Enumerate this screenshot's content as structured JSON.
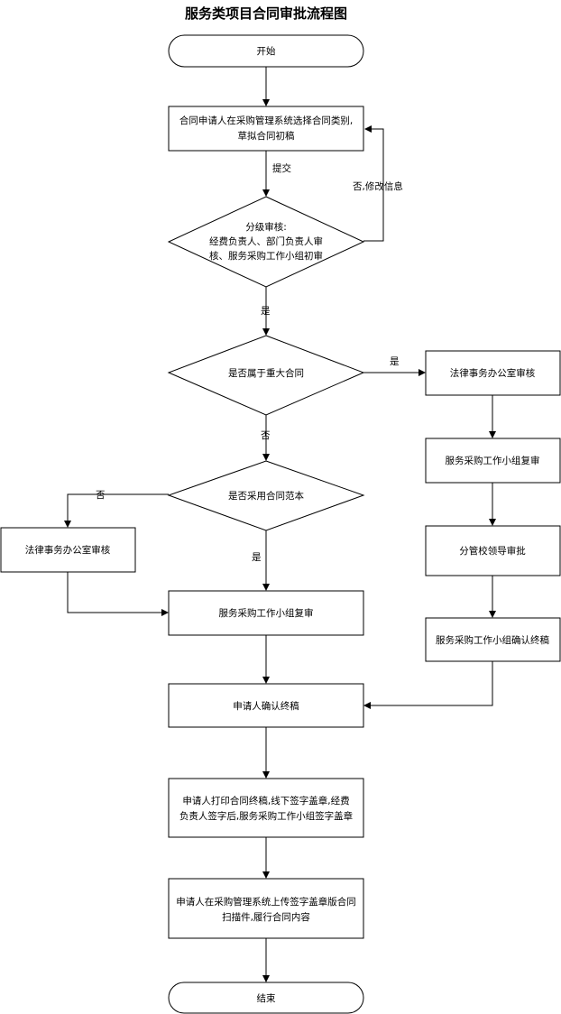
{
  "title": "服务类项目合同审批流程图",
  "nodes": {
    "start": "开始",
    "apply_line1": "合同申请人在采购管理系统选择合同类别,",
    "apply_line2": "草拟合同初稿",
    "review_line1": "分级审核:",
    "review_line2": "经费负责人、部门负责人审",
    "review_line3": "核、服务采购工作小组初审",
    "major": "是否属于重大合同",
    "template": "是否采用合同范本",
    "legal_left": "法律事务办公室审核",
    "recheck_center": "服务采购工作小组复审",
    "legal_right": "法律事务办公室审核",
    "recheck_right": "服务采购工作小组复审",
    "leader": "分管校领导审批",
    "final_right": "服务采购工作小组确认终稿",
    "confirm": "申请人确认终稿",
    "print_line1": "申请人打印合同终稿,线下签字盖章,经费",
    "print_line2": "负责人签字后,服务采购工作小组签字盖章",
    "upload_line1": "申请人在采购管理系统上传签字盖章版合同",
    "upload_line2": "扫描件,履行合同内容",
    "end": "结束"
  },
  "edge_labels": {
    "submit": "提交",
    "reject_modify": "否,修改信息",
    "review_yes": "是",
    "major_yes": "是",
    "major_no": "否",
    "template_no": "否",
    "template_yes": "是"
  }
}
